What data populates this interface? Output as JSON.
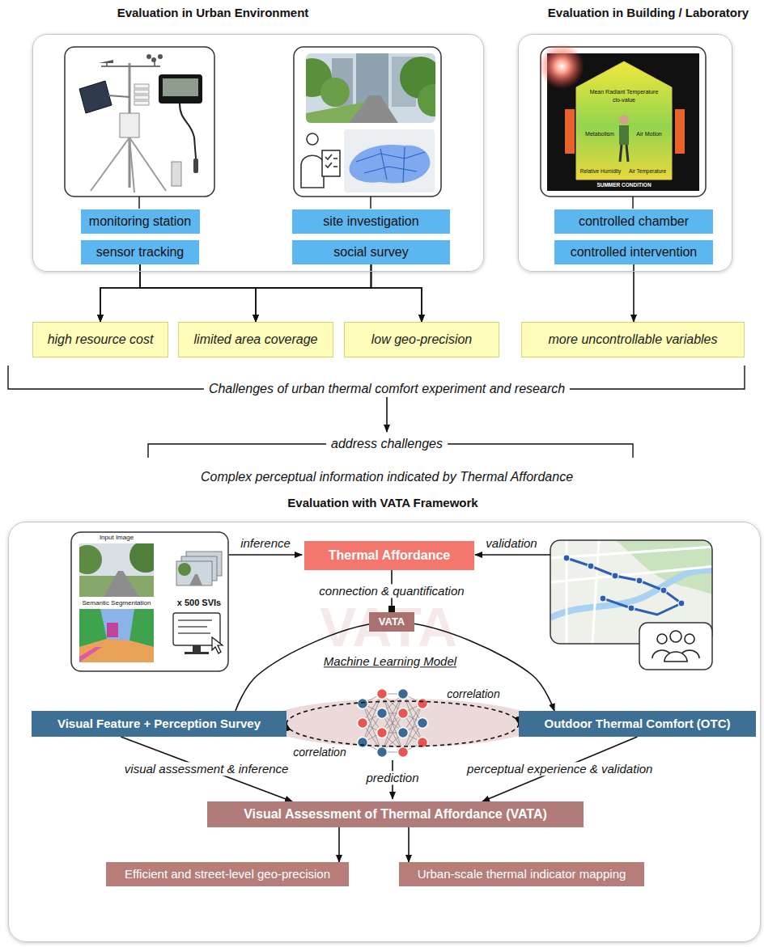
{
  "diagram": {
    "nodes": [
      {
        "text": [
          "Evaluation in Urban Environment"
        ]
      },
      {
        "text": [
          "monitoring station"
        ],
        "in": 0
      },
      {
        "text": [
          "sensor tracking"
        ],
        "in": 0
      },
      {
        "text": [
          "site investigation"
        ],
        "in": 0
      },
      {
        "text": [
          "social survey"
        ],
        "in": 0
      },
      {
        "text": [
          "Evaluation in Building / Laboratory"
        ]
      },
      {
        "text": [
          "controlled chamber"
        ],
        "in": 5
      },
      {
        "text": [
          "controlled intervention"
        ],
        "in": 5
      },
      {
        "text": [
          "high resource cost"
        ]
      },
      {
        "text": [
          "limited area coverage"
        ]
      },
      {
        "text": [
          "low geo-precision"
        ]
      },
      {
        "text": [
          "more uncontrollable variables"
        ]
      },
      {
        "text": [
          "Evaluation with VATA Framework"
        ]
      },
      {
        "text": [
          "Thermal Affordance"
        ],
        "in": 12
      },
      {
        "text": [
          "VATA"
        ],
        "in": 12
      },
      {
        "text": [
          "Visual Feature + Perception Survey"
        ],
        "in": 12
      },
      {
        "text": [
          "Outdoor Thermal Comfort (OTC)"
        ],
        "in": 12
      },
      {
        "text": [
          "Visual Assessment of Thermal Affordance (VATA)"
        ],
        "in": 12
      },
      {
        "text": [
          "Efficient and street-level geo-precision"
        ],
        "in": 12
      },
      {
        "text": [
          "Urban-scale thermal indicator mapping"
        ],
        "in": 12
      }
    ],
    "edges": [
      {
        "from": 2,
        "to": 8,
        "arrow": "to"
      },
      {
        "from": 2,
        "to": 9,
        "arrow": "to"
      },
      {
        "from": 2,
        "to": 10,
        "arrow": "to"
      },
      {
        "from": 4,
        "to": 8,
        "arrow": "to"
      },
      {
        "from": 4,
        "to": 9,
        "arrow": "to"
      },
      {
        "from": 4,
        "to": 10,
        "arrow": "to"
      },
      {
        "from": 7,
        "to": 11,
        "arrow": "to"
      },
      {
        "from": 13,
        "to": 14,
        "label": "connection & quantification",
        "arrow": "none"
      },
      {
        "from": 15,
        "to": 16,
        "arrow": "to"
      },
      {
        "from": 15,
        "to": 16,
        "label": "correlation",
        "arrow": "to"
      },
      {
        "from": 16,
        "to": 15,
        "label": "correlation",
        "arrow": "to"
      },
      {
        "from": 15,
        "to": 17,
        "label": "visual assessment & inference",
        "arrow": "to"
      },
      {
        "from": 16,
        "to": 17,
        "label": "perceptual experience & validation",
        "arrow": "to"
      },
      {
        "from": 17,
        "to": 18,
        "arrow": "to"
      },
      {
        "from": 17,
        "to": 19,
        "arrow": "to"
      }
    ],
    "labels": [
      "Mean Radiant Temperature",
      "clo-value",
      "Metabolism",
      "Air Motion",
      "Relative Humidity",
      "Air Temperature",
      "SUMMER CONDITION",
      "Challenges of urban thermal comfort experiment and research",
      "address challenges",
      "Complex perceptual information indicated by Thermal Affordance",
      "VATA",
      "Input Image",
      "Semantic Segmentation",
      "x 500 SVIs",
      "inference",
      "validation",
      "Machine Learning Model",
      "prediction"
    ]
  }
}
